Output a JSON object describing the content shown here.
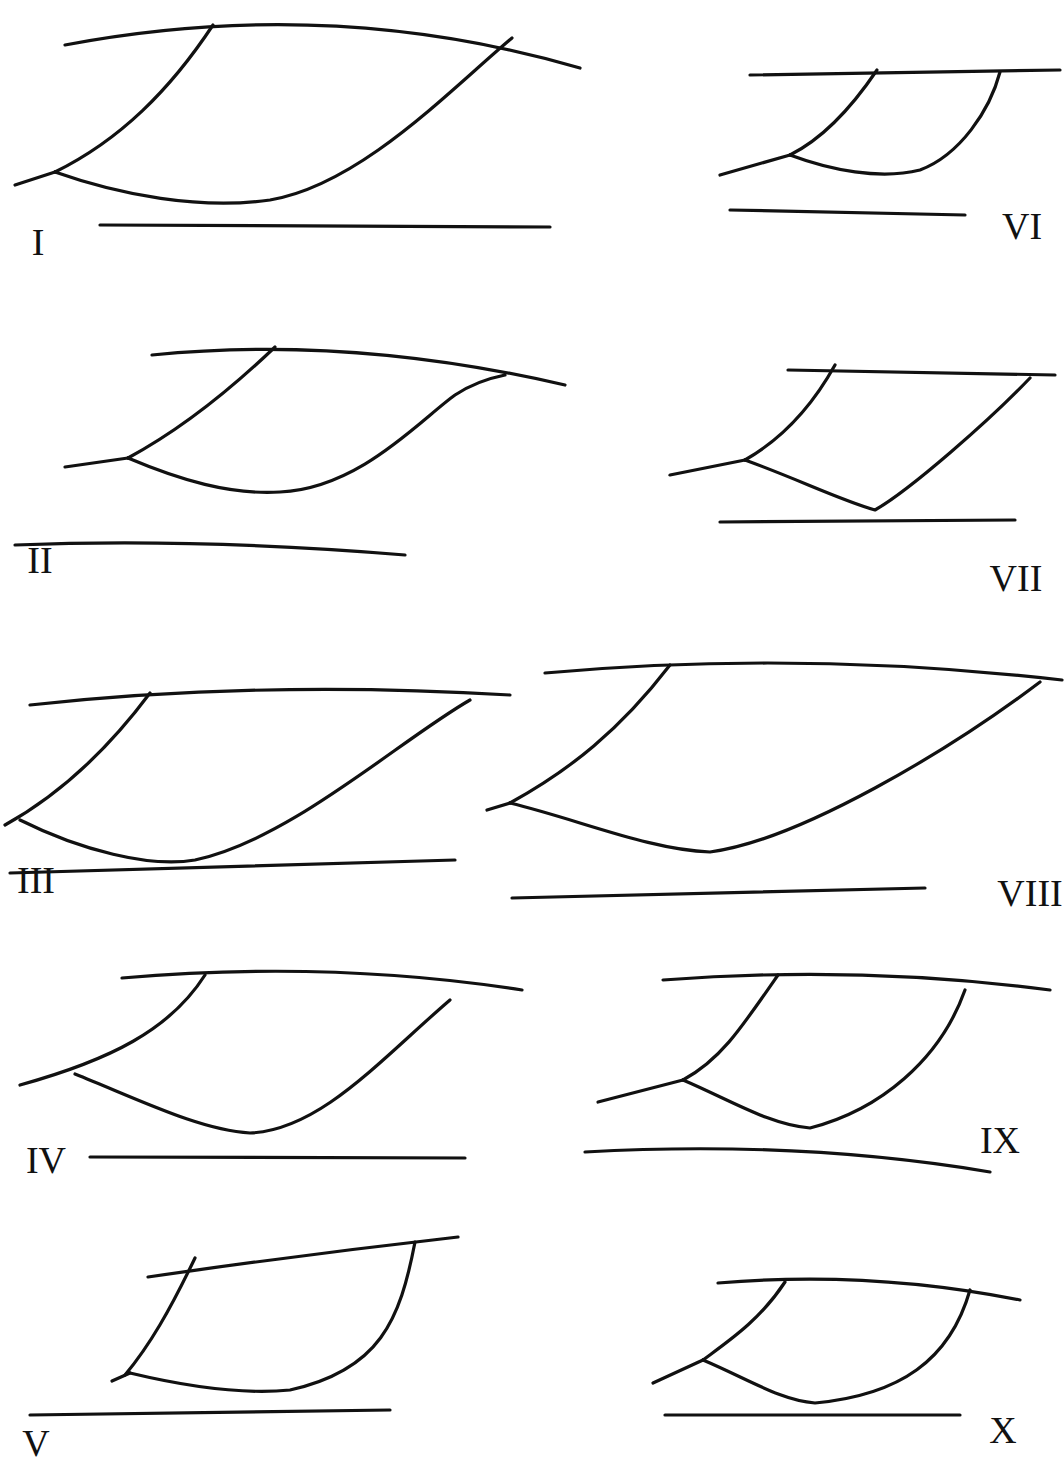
{
  "diagram": {
    "labels": [
      "I",
      "VI",
      "II",
      "VII",
      "III",
      "VIII",
      "IV",
      "IX",
      "V",
      "X"
    ]
  }
}
